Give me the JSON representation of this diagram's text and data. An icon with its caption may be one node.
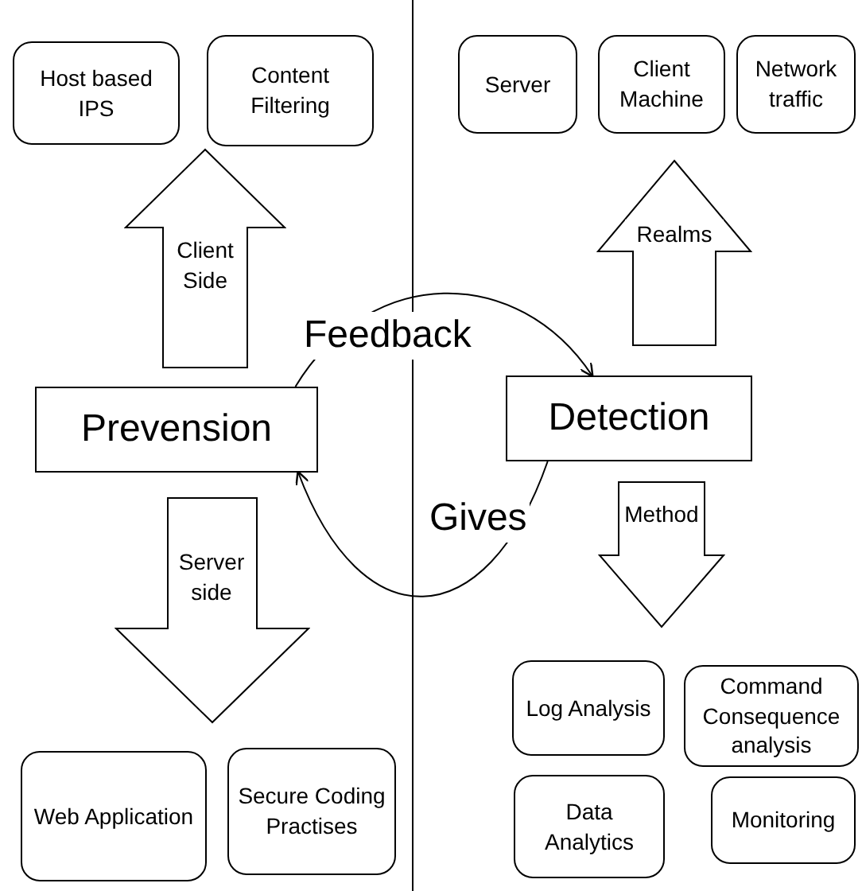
{
  "diagram": {
    "nodes": [
      {
        "text": [
          "Host based IPS"
        ]
      },
      {
        "text": [
          "Content Filtering"
        ]
      },
      {
        "text": [
          "Server"
        ]
      },
      {
        "text": [
          "Client Machine"
        ]
      },
      {
        "text": [
          "Network traffic"
        ]
      },
      {
        "text": [
          "Prevension"
        ]
      },
      {
        "text": [
          "Detection"
        ]
      },
      {
        "text": [
          "Log Analysis"
        ]
      },
      {
        "text": [
          "Command Consequence analysis"
        ]
      },
      {
        "text": [
          "Web Application"
        ]
      },
      {
        "text": [
          "Secure Coding Practises"
        ]
      },
      {
        "text": [
          "Data Analytics"
        ]
      },
      {
        "text": [
          "Monitoring"
        ]
      }
    ],
    "edges": [
      {
        "from": 5,
        "to": 0,
        "label": "Client Side",
        "arrow": "to",
        "style": "thick"
      },
      {
        "from": 5,
        "to": 1,
        "arrow": "to",
        "style": "thick"
      },
      {
        "from": 6,
        "to": 3,
        "label": "Realms",
        "arrow": "to",
        "style": "thick"
      },
      {
        "from": 5,
        "to": 9,
        "label": "Server side",
        "arrow": "to",
        "style": "thick"
      },
      {
        "from": 5,
        "to": 10,
        "arrow": "to",
        "style": "thick"
      },
      {
        "from": 6,
        "to": 7,
        "label": "Method",
        "arrow": "to",
        "style": "thick"
      },
      {
        "from": 5,
        "to": 6,
        "label": "Feedback",
        "arrow": "to"
      },
      {
        "from": 6,
        "to": 5,
        "label": "Gives",
        "arrow": "to"
      }
    ]
  }
}
